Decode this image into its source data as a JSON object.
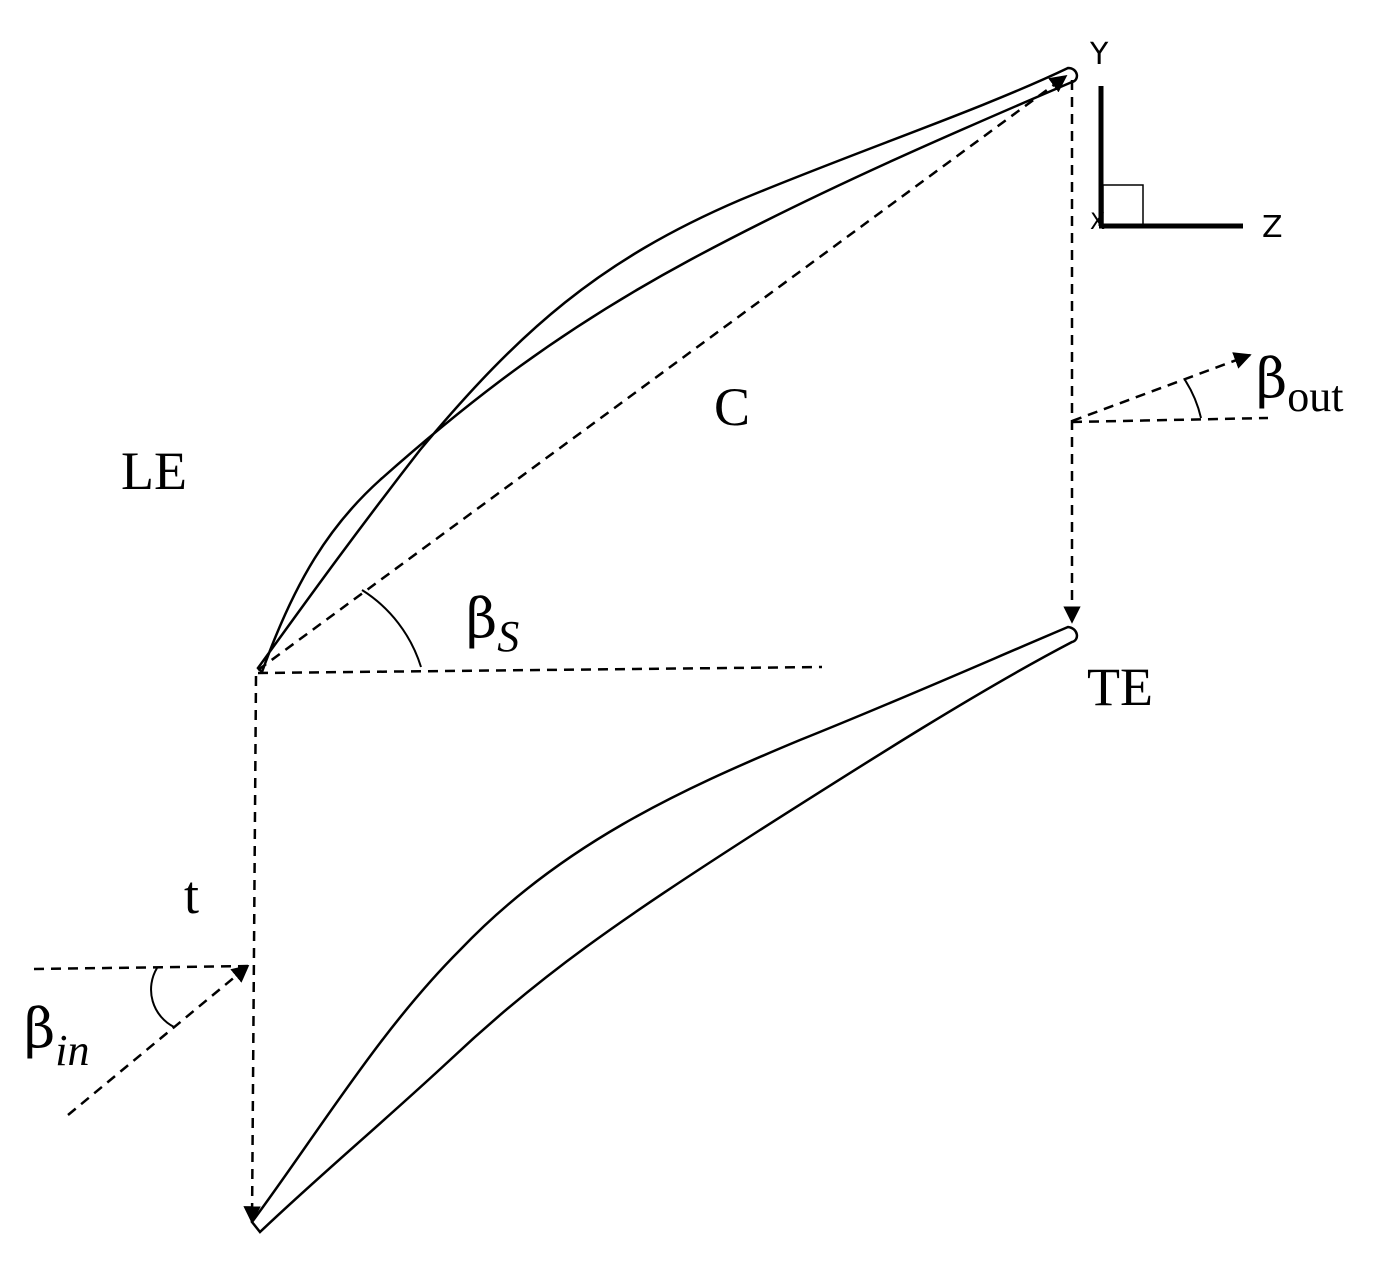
{
  "labels": {
    "leading_edge": "LE",
    "trailing_edge": "TE",
    "chord": "C",
    "pitch": "t",
    "stagger_angle": {
      "symbol": "β",
      "subscript": "S"
    },
    "inlet_angle": {
      "symbol": "β",
      "subscript": "in"
    },
    "outlet_angle": {
      "symbol": "β",
      "subscript": "out"
    }
  },
  "axes": {
    "y_label": "Y",
    "z_label": "Z",
    "x_label": "X"
  },
  "colors": {
    "stroke": "#000000",
    "background": "#ffffff"
  }
}
